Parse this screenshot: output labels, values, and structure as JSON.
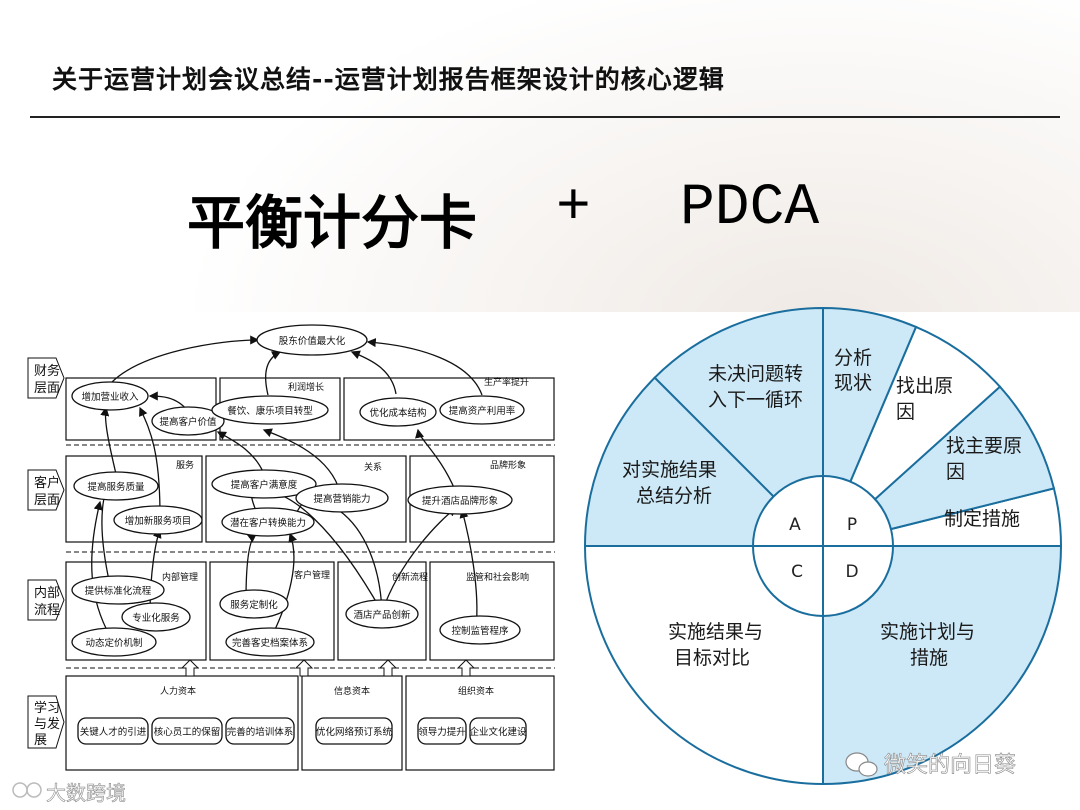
{
  "slide": {
    "title": "关于运营计划会议总结--运营计划报告框架设计的核心逻辑",
    "headline_left": "平衡计分卡",
    "headline_plus": "+",
    "headline_right": "PDCA"
  },
  "bsc": {
    "layers": {
      "finance": [
        "财务",
        "层面"
      ],
      "customer": [
        "客户",
        "层面"
      ],
      "internal": [
        "内部",
        "流程"
      ],
      "learning": [
        "学习",
        "与发",
        "展"
      ]
    },
    "nodes": {
      "shareholder": "股东价值最大化",
      "revenue": "增加营业收入",
      "customer_value": "提高客户价值",
      "catering": "餐饮、康乐项目转型",
      "cost": "优化成本结构",
      "asset_use": "提高资产利用率",
      "service_quality": "提高服务质量",
      "satisfaction": "提高客户满意度",
      "new_service": "增加新服务项目",
      "marketing": "提高营销能力",
      "brand_image": "提升酒店品牌形象",
      "conversion": "潜在客户转换能力",
      "std_process": "提供标准化流程",
      "pro_service": "专业化服务",
      "dyn_pricing": "动态定价机制",
      "customization": "服务定制化",
      "archive": "完善客史档案体系",
      "product_innov": "酒店产品创新",
      "supervision": "控制监管程序",
      "talent": "关键人才的引进",
      "retention": "核心员工的保留",
      "training": "完善的培训体系",
      "network": "优化网络预订系统",
      "leadership": "领导力提升",
      "culture": "企业文化建设"
    },
    "sections": {
      "profit_growth": "利润增长",
      "productivity": "生产率提升",
      "service": "服务",
      "relation": "关系",
      "brand": "品牌形象",
      "internal_mgmt": "内部管理",
      "customer_mgmt": "客户管理",
      "innovation": "创新流程",
      "regulation": "监管和社会影响",
      "human_capital": "人力资本",
      "info_capital": "信息资本",
      "org_capital": "组织资本"
    }
  },
  "pdca": {
    "segments": {
      "analysis": [
        "分析",
        "现状"
      ],
      "find_cause": [
        "找出原",
        "因"
      ],
      "main_cause": [
        "找主要原",
        "因"
      ],
      "measures": "制定措施",
      "unsolved": [
        "未决问题转",
        "入下一循环"
      ],
      "summary": [
        "对实施结果",
        "总结分析"
      ],
      "compare": [
        "实施结果与",
        "目标对比"
      ],
      "implement": [
        "实施计划与",
        "措施"
      ]
    },
    "quadrants": {
      "a": "A",
      "p": "P",
      "c": "C",
      "d": "D"
    },
    "colors": {
      "light": "#cde8f6",
      "white": "#ffffff",
      "stroke": "#1a6e9e"
    }
  },
  "watermarks": {
    "right": "微笑的向日葵",
    "left": "大数跨境"
  }
}
